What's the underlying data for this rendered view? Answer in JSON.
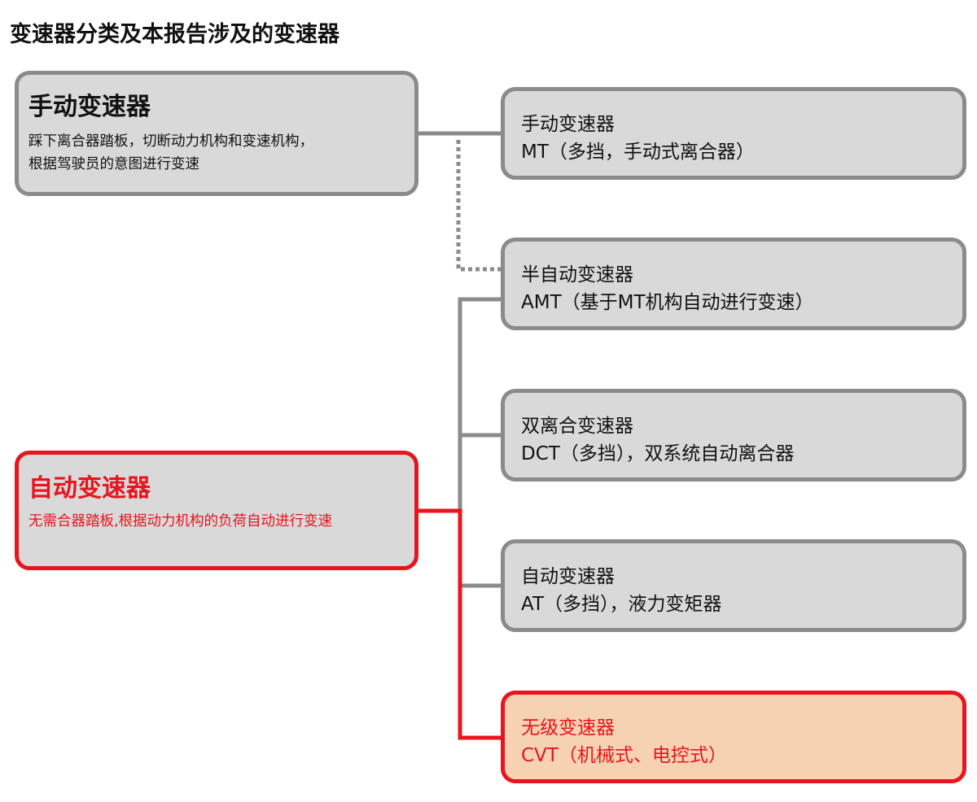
{
  "title": "变速器分类及本报告涉及的变速器",
  "left_boxes": [
    {
      "title": "手动变速器",
      "desc_lines": [
        "踩下离合器踏板，切断动力机构和变速机构，",
        "根据驾驶员的意图进行变速"
      ]
    },
    {
      "title": "自动变速器",
      "desc_lines": [
        "无需合器踏板,根据动力机构的负荷自动进行变速"
      ]
    }
  ],
  "right_boxes": [
    {
      "name": "手动变速器",
      "detail": "MT（多挡，手动式离合器）"
    },
    {
      "name": "半自动变速器",
      "detail": "AMT（基于MT机构自动进行变速）"
    },
    {
      "name": "双离合变速器",
      "detail": "DCT（多挡），双系统自动离合器"
    },
    {
      "name": "自动变速器",
      "detail": "AT（多挡），液力变矩器"
    },
    {
      "name": "无级变速器",
      "detail": "CVT（机械式、电控式）"
    }
  ],
  "colors": {
    "gray": "#8c8a8a",
    "red": "#e8141e",
    "box_fill": "#d9d9d9",
    "highlight_fill": "#f6d2b2"
  }
}
